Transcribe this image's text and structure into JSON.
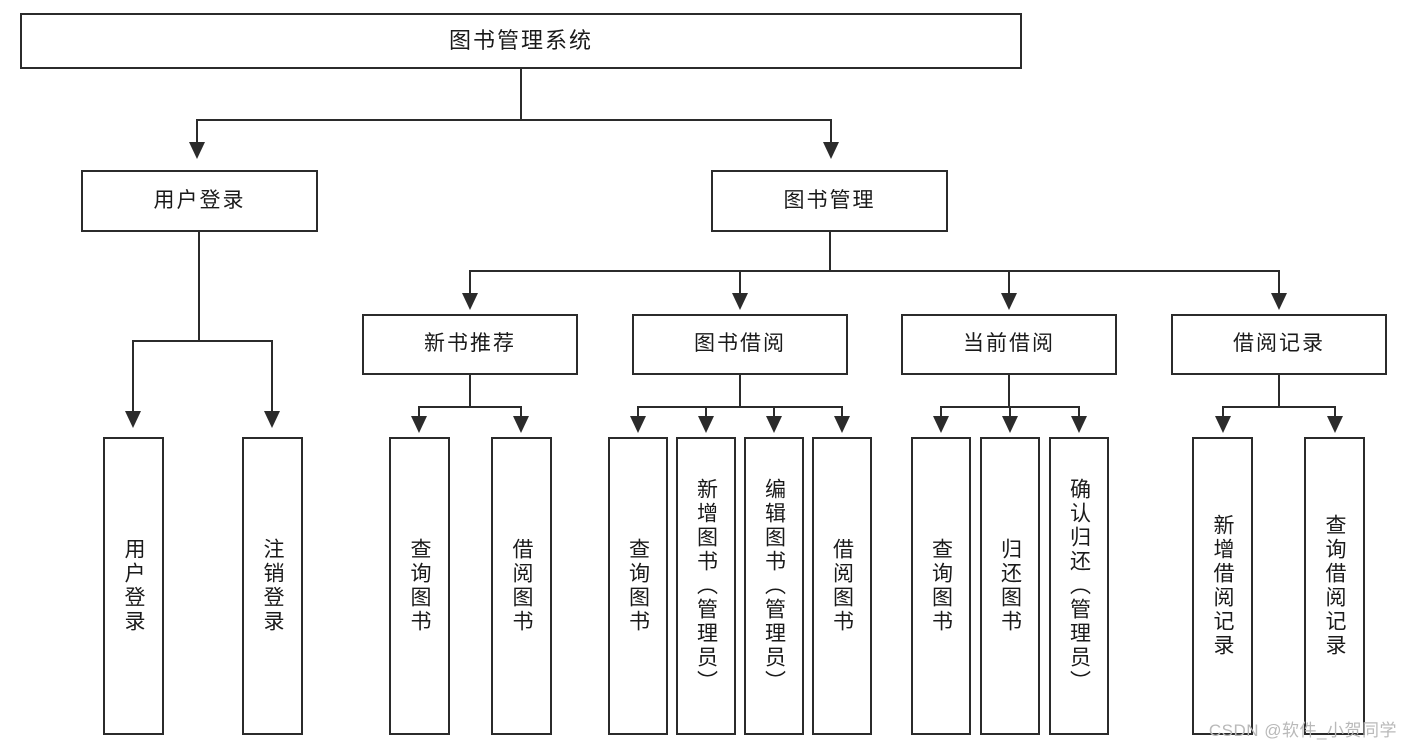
{
  "diagram": {
    "type": "tree-hierarchy",
    "title": "图书管理系统",
    "root": {
      "label": "图书管理系统"
    },
    "level2": [
      {
        "label": "用户登录"
      },
      {
        "label": "图书管理"
      }
    ],
    "level3": [
      {
        "label": "新书推荐"
      },
      {
        "label": "图书借阅"
      },
      {
        "label": "当前借阅"
      },
      {
        "label": "借阅记录"
      }
    ],
    "leaves": {
      "user_login": [
        {
          "label": "用户登录"
        },
        {
          "label": "注销登录"
        }
      ],
      "new_book_recommend": [
        {
          "label": "查询图书"
        },
        {
          "label": "借阅图书"
        }
      ],
      "book_borrow": [
        {
          "label": "查询图书"
        },
        {
          "label": "新增图书（管理员）"
        },
        {
          "label": "编辑图书（管理员）"
        },
        {
          "label": "借阅图书"
        }
      ],
      "current_borrow": [
        {
          "label": "查询图书"
        },
        {
          "label": "归还图书"
        },
        {
          "label": "确认归还（管理员）"
        }
      ],
      "borrow_record": [
        {
          "label": "新增借阅记录"
        },
        {
          "label": "查询借阅记录"
        }
      ]
    }
  },
  "watermark": {
    "text": "CSDN @软件_小贺同学"
  },
  "colors": {
    "stroke": "#2b2b2b",
    "fill": "#ffffff",
    "text": "#1a1a1a",
    "watermark": "#b9b9b9"
  }
}
